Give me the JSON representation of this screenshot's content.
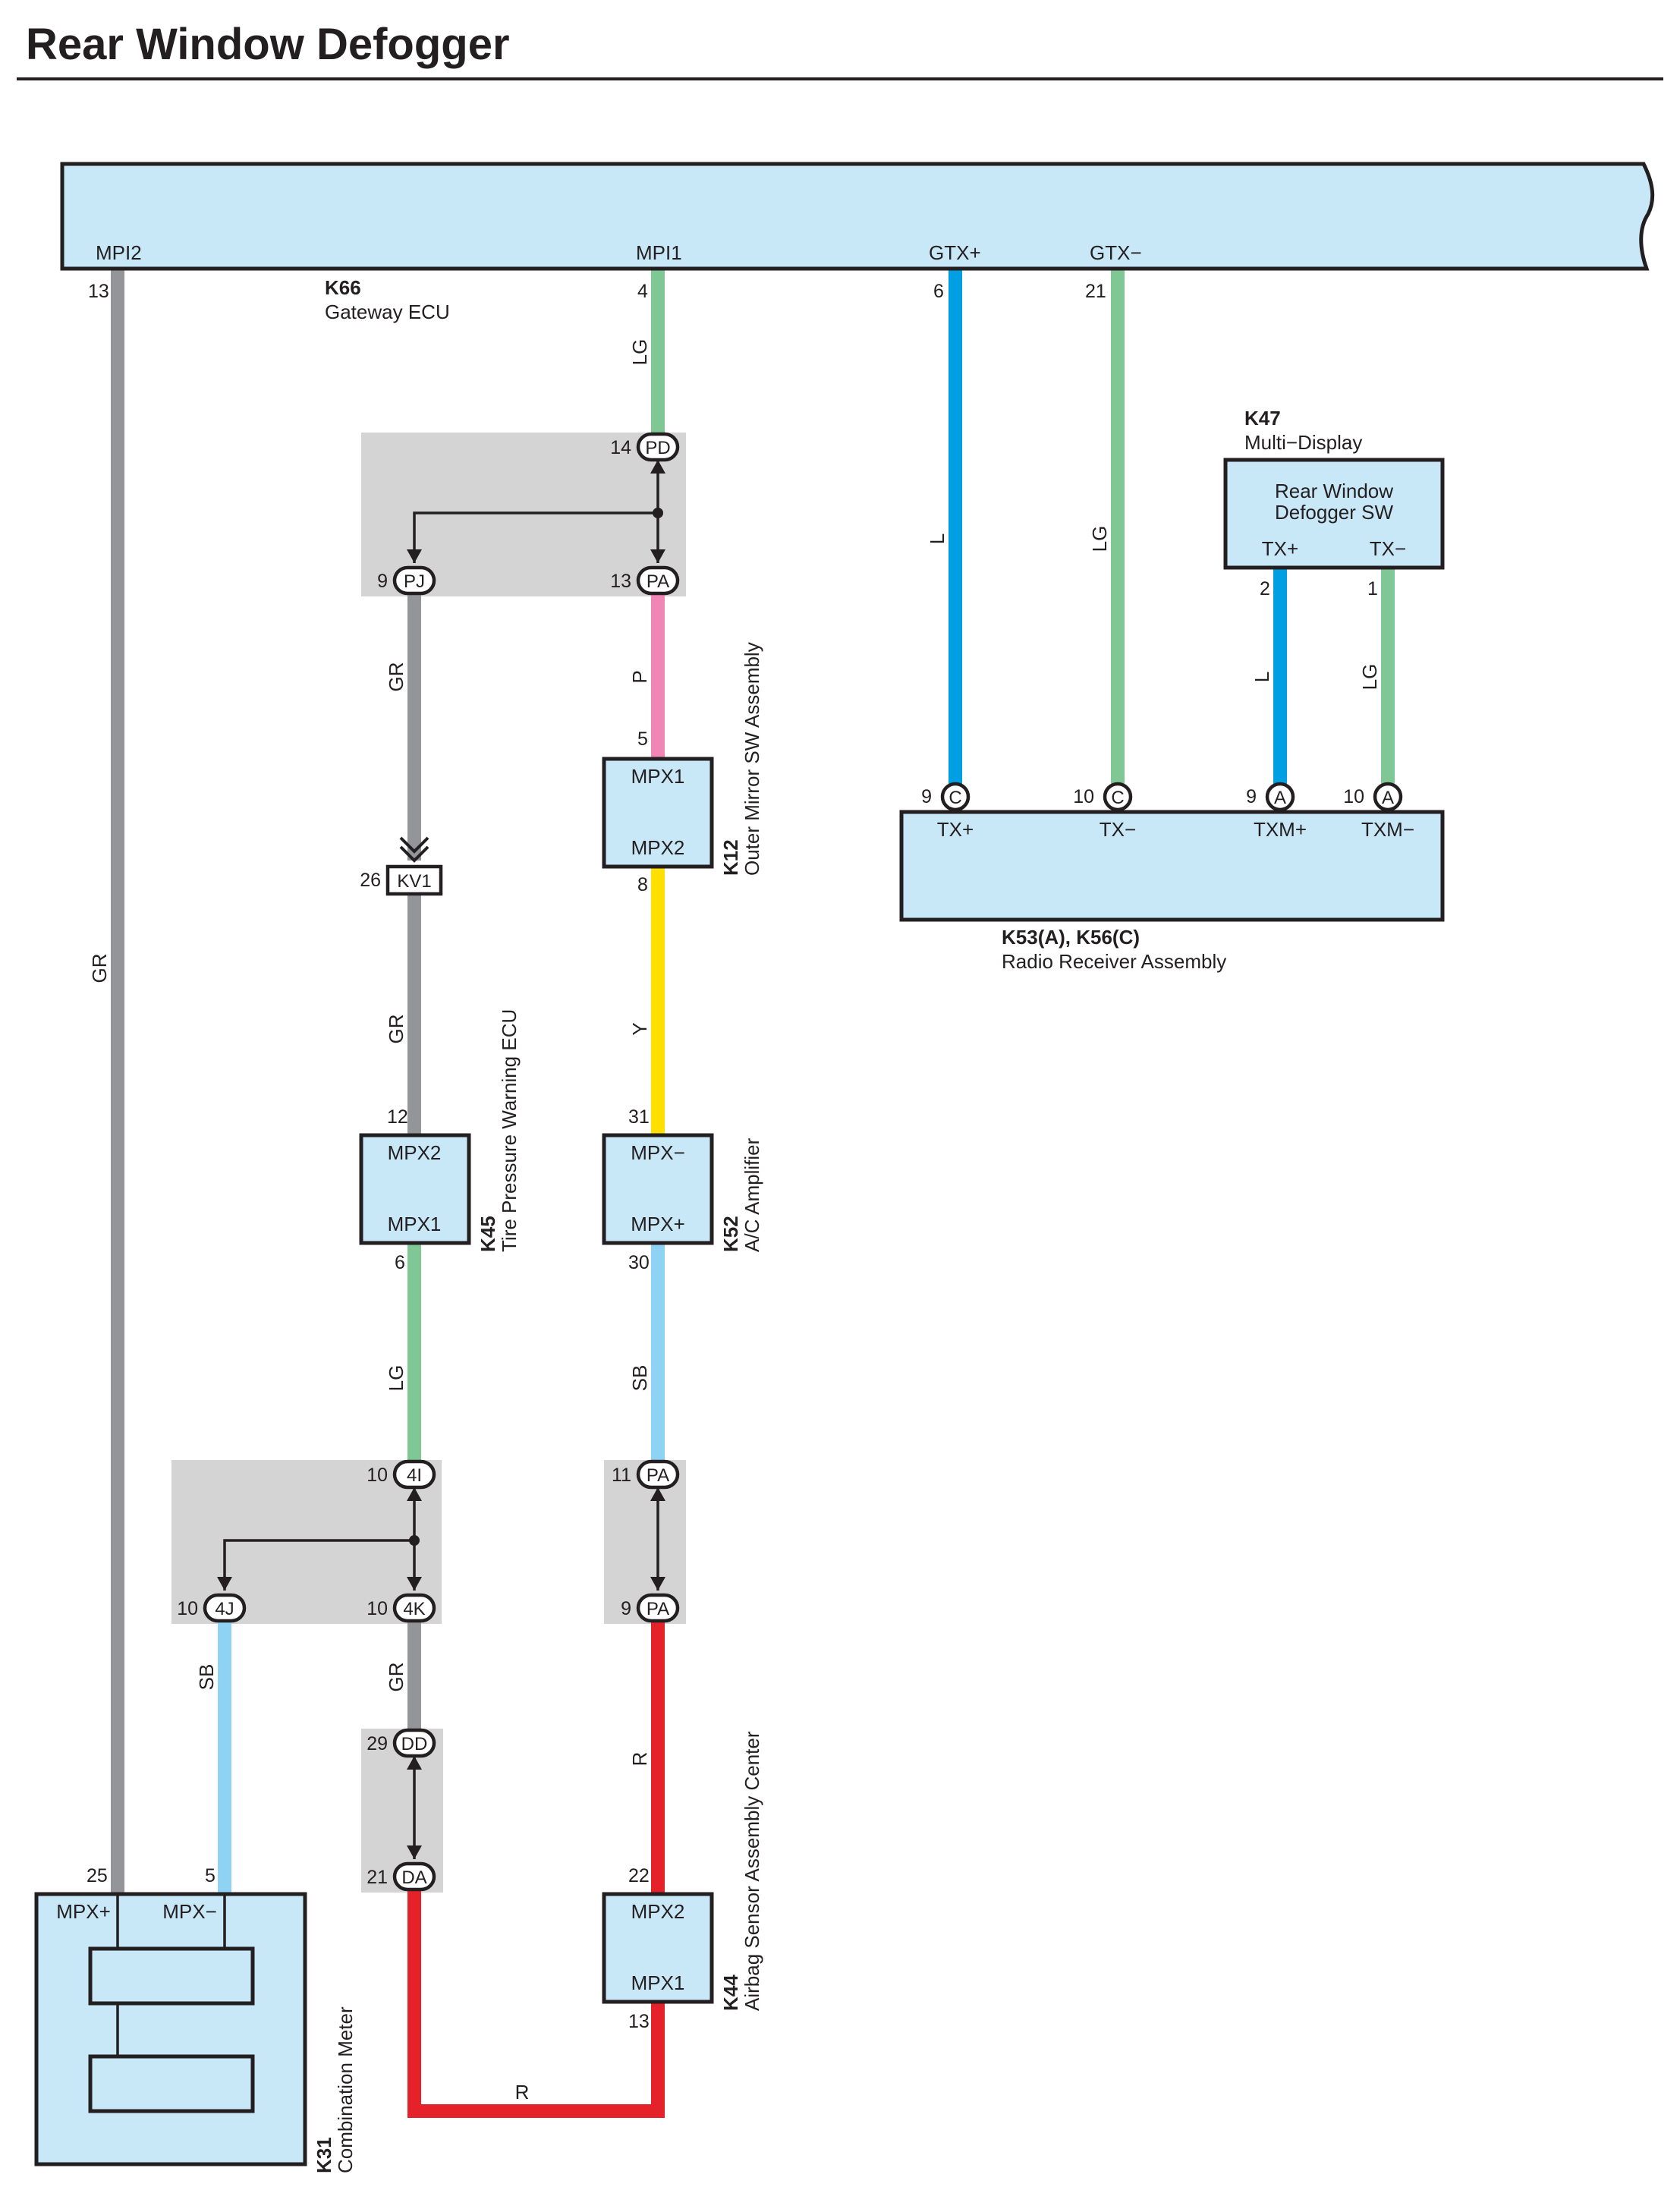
{
  "title": "Rear Window Defogger",
  "colors": {
    "panel": "#c8e7f7",
    "junction": "#d4d4d5",
    "wire_GR": "#949599",
    "wire_LG": "#7fc794",
    "wire_L": "#009fe3",
    "wire_P": "#ef86b4",
    "wire_Y": "#ffe000",
    "wire_SB": "#8fd3f4",
    "wire_R": "#e52229"
  },
  "components": {
    "k66": {
      "code": "K66",
      "name": "Gateway ECU",
      "pins": {
        "mpi2": "MPI2",
        "mpi1": "MPI1",
        "gtxp": "GTX+",
        "gtxm": "GTX−"
      },
      "pin_numbers": {
        "mpi2": "13",
        "mpi1": "4",
        "gtxp": "6",
        "gtxm": "21"
      }
    },
    "k47": {
      "code": "K47",
      "name": "Multi−Display",
      "inner_line1": "Rear Window",
      "inner_line2": "Defogger SW",
      "pins": {
        "txp": "TX+",
        "txm": "TX−"
      },
      "pin_numbers": {
        "txp": "2",
        "txm": "1"
      }
    },
    "k53": {
      "code": "K53(A), K56(C)",
      "name": "Radio Receiver Assembly",
      "pins": {
        "txp": "TX+",
        "txm": "TX−",
        "txmp": "TXM+",
        "txmm": "TXM−"
      },
      "pin_numbers": {
        "txp": "9",
        "txm": "10",
        "txmp": "9",
        "txmm": "10"
      },
      "connectors": {
        "txp": "C",
        "txm": "C",
        "txmp": "A",
        "txmm": "A"
      }
    },
    "k12": {
      "code": "K12",
      "name": "Outer Mirror SW Assembly",
      "pins": {
        "top": "MPX1",
        "bottom": "MPX2"
      },
      "pin_numbers": {
        "top": "5",
        "bottom": "8"
      }
    },
    "k45": {
      "code": "K45",
      "name": "Tire Pressure Warning ECU",
      "pins": {
        "top": "MPX2",
        "bottom": "MPX1"
      },
      "pin_numbers": {
        "top": "12",
        "bottom": "6"
      }
    },
    "k52": {
      "code": "K52",
      "name": "A/C Amplifier",
      "pins": {
        "top": "MPX−",
        "bottom": "MPX+"
      },
      "pin_numbers": {
        "top": "31",
        "bottom": "30"
      }
    },
    "k44": {
      "code": "K44",
      "name": "Airbag Sensor Assembly Center",
      "pins": {
        "top": "MPX2",
        "bottom": "MPX1"
      },
      "pin_numbers": {
        "top": "22",
        "bottom": "13"
      }
    },
    "k31": {
      "code": "K31",
      "name": "Combination Meter",
      "pins": {
        "mpxp": "MPX+",
        "mpxm": "MPX−"
      },
      "pin_numbers": {
        "mpxp": "25",
        "mpxm": "5"
      }
    }
  },
  "junctions": {
    "pd": {
      "label": "PD",
      "pin": "14"
    },
    "pj": {
      "label": "PJ",
      "pin": "9"
    },
    "pa13": {
      "label": "PA",
      "pin": "13"
    },
    "kv1": {
      "label": "KV1",
      "pin": "26"
    },
    "j4i": {
      "label": "4I",
      "pin": "10"
    },
    "j4j": {
      "label": "4J",
      "pin": "10"
    },
    "j4k": {
      "label": "4K",
      "pin": "10"
    },
    "pa11": {
      "label": "PA",
      "pin": "11"
    },
    "pa9": {
      "label": "PA",
      "pin": "9"
    },
    "dd": {
      "label": "DD",
      "pin": "29"
    },
    "da": {
      "label": "DA",
      "pin": "21"
    }
  },
  "wire_colors": {
    "w_mpi2": "GR",
    "w_mpi1": "LG",
    "w_gtxp": "L",
    "w_gtxm": "LG",
    "w_k47txp": "L",
    "w_k47txm": "LG",
    "w_pa_k12": "P",
    "w_pj_kv1": "GR",
    "w_kv1_k45": "GR",
    "w_k12_k52": "Y",
    "w_k45_4i": "LG",
    "w_k52_pa": "SB",
    "w_4j_k31": "SB",
    "w_4k_dd": "GR",
    "w_pa_k44": "R",
    "w_bottom": "R"
  }
}
